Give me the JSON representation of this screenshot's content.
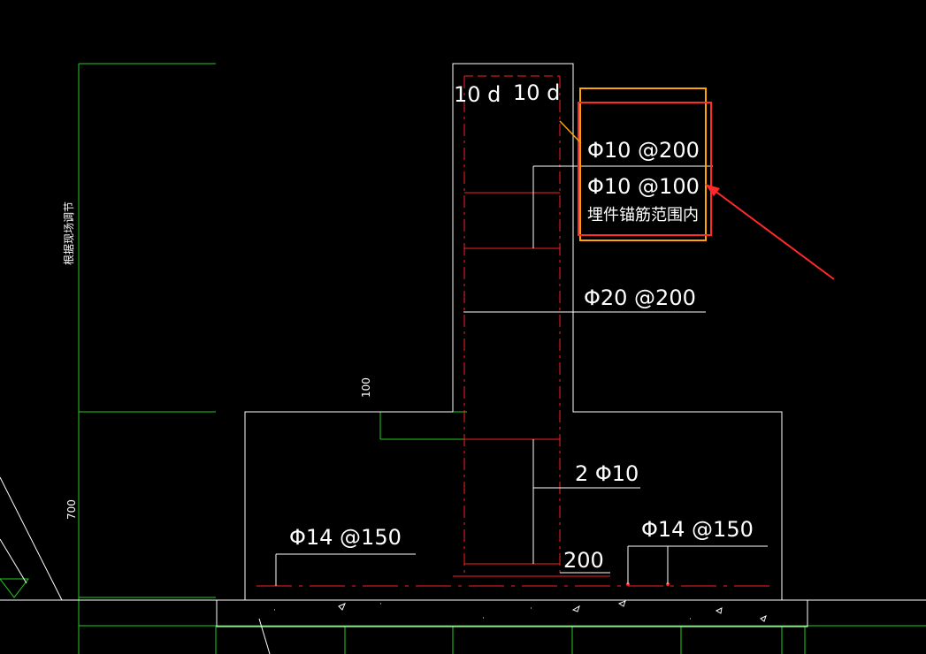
{
  "labels": {
    "ten_d_left": "10 d",
    "ten_d_right": "10 d",
    "rebar_10_200": "Φ10 @200",
    "rebar_10_100": "Φ10 @100",
    "embed_note": "埋件锚筋范围内",
    "rebar_20_200": "Φ20 @200",
    "dim_100": "100",
    "rebar_2_10": "2 Φ10",
    "dim_200": "200",
    "rebar_14_150_left": "Φ14 @150",
    "rebar_14_150_right": "Φ14 @150",
    "dim_700": "700",
    "side_note": "根据现场调节"
  },
  "colors": {
    "background": "#000000",
    "outline": "#ffffff",
    "rebar": "#ff2020",
    "green": "#22cc22",
    "highlight_orange": "#ffa500",
    "highlight_red": "#ff2a2a"
  }
}
